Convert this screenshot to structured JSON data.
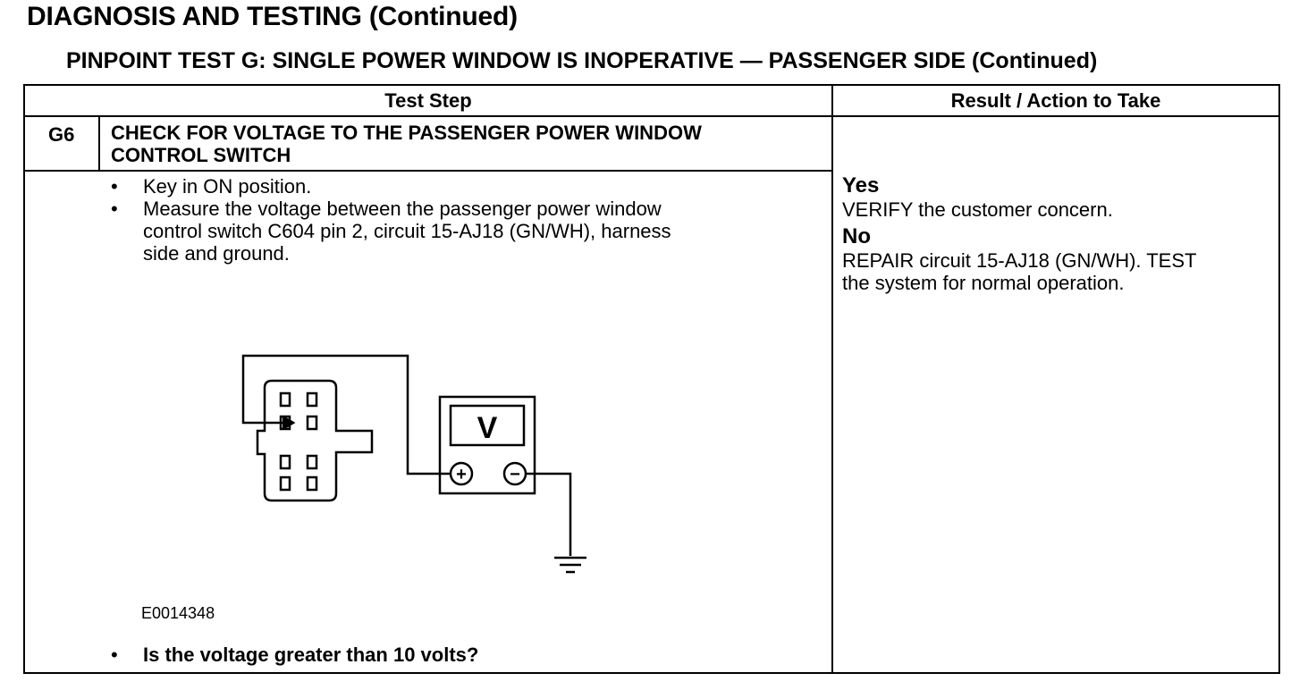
{
  "page_heading": "DIAGNOSIS AND TESTING (Continued)",
  "test_heading": "PINPOINT TEST G: SINGLE POWER WINDOW IS INOPERATIVE — PASSENGER SIDE (Continued)",
  "table": {
    "col_test_step": "Test Step",
    "col_result": "Result / Action to Take"
  },
  "step": {
    "id": "G6",
    "title": "CHECK FOR VOLTAGE TO THE PASSENGER POWER WINDOW\nCONTROL SWITCH",
    "bullets": [
      "Key in ON position.",
      "Measure the voltage between the passenger power window\ncontrol switch C604 pin 2, circuit 15-AJ18 (GN/WH), harness\nside and ground."
    ],
    "figure_id": "E0014348",
    "question": "Is the voltage greater than 10 volts?"
  },
  "diagram": {
    "meter_label": "V",
    "plus_symbol": "+",
    "minus_symbol": "−"
  },
  "results": [
    {
      "label": "Yes",
      "action": "VERIFY the customer concern."
    },
    {
      "label": "No",
      "action": "REPAIR circuit 15-AJ18 (GN/WH). TEST\nthe system for normal operation."
    }
  ],
  "colors": {
    "ink": "#000000",
    "paper": "#ffffff"
  }
}
